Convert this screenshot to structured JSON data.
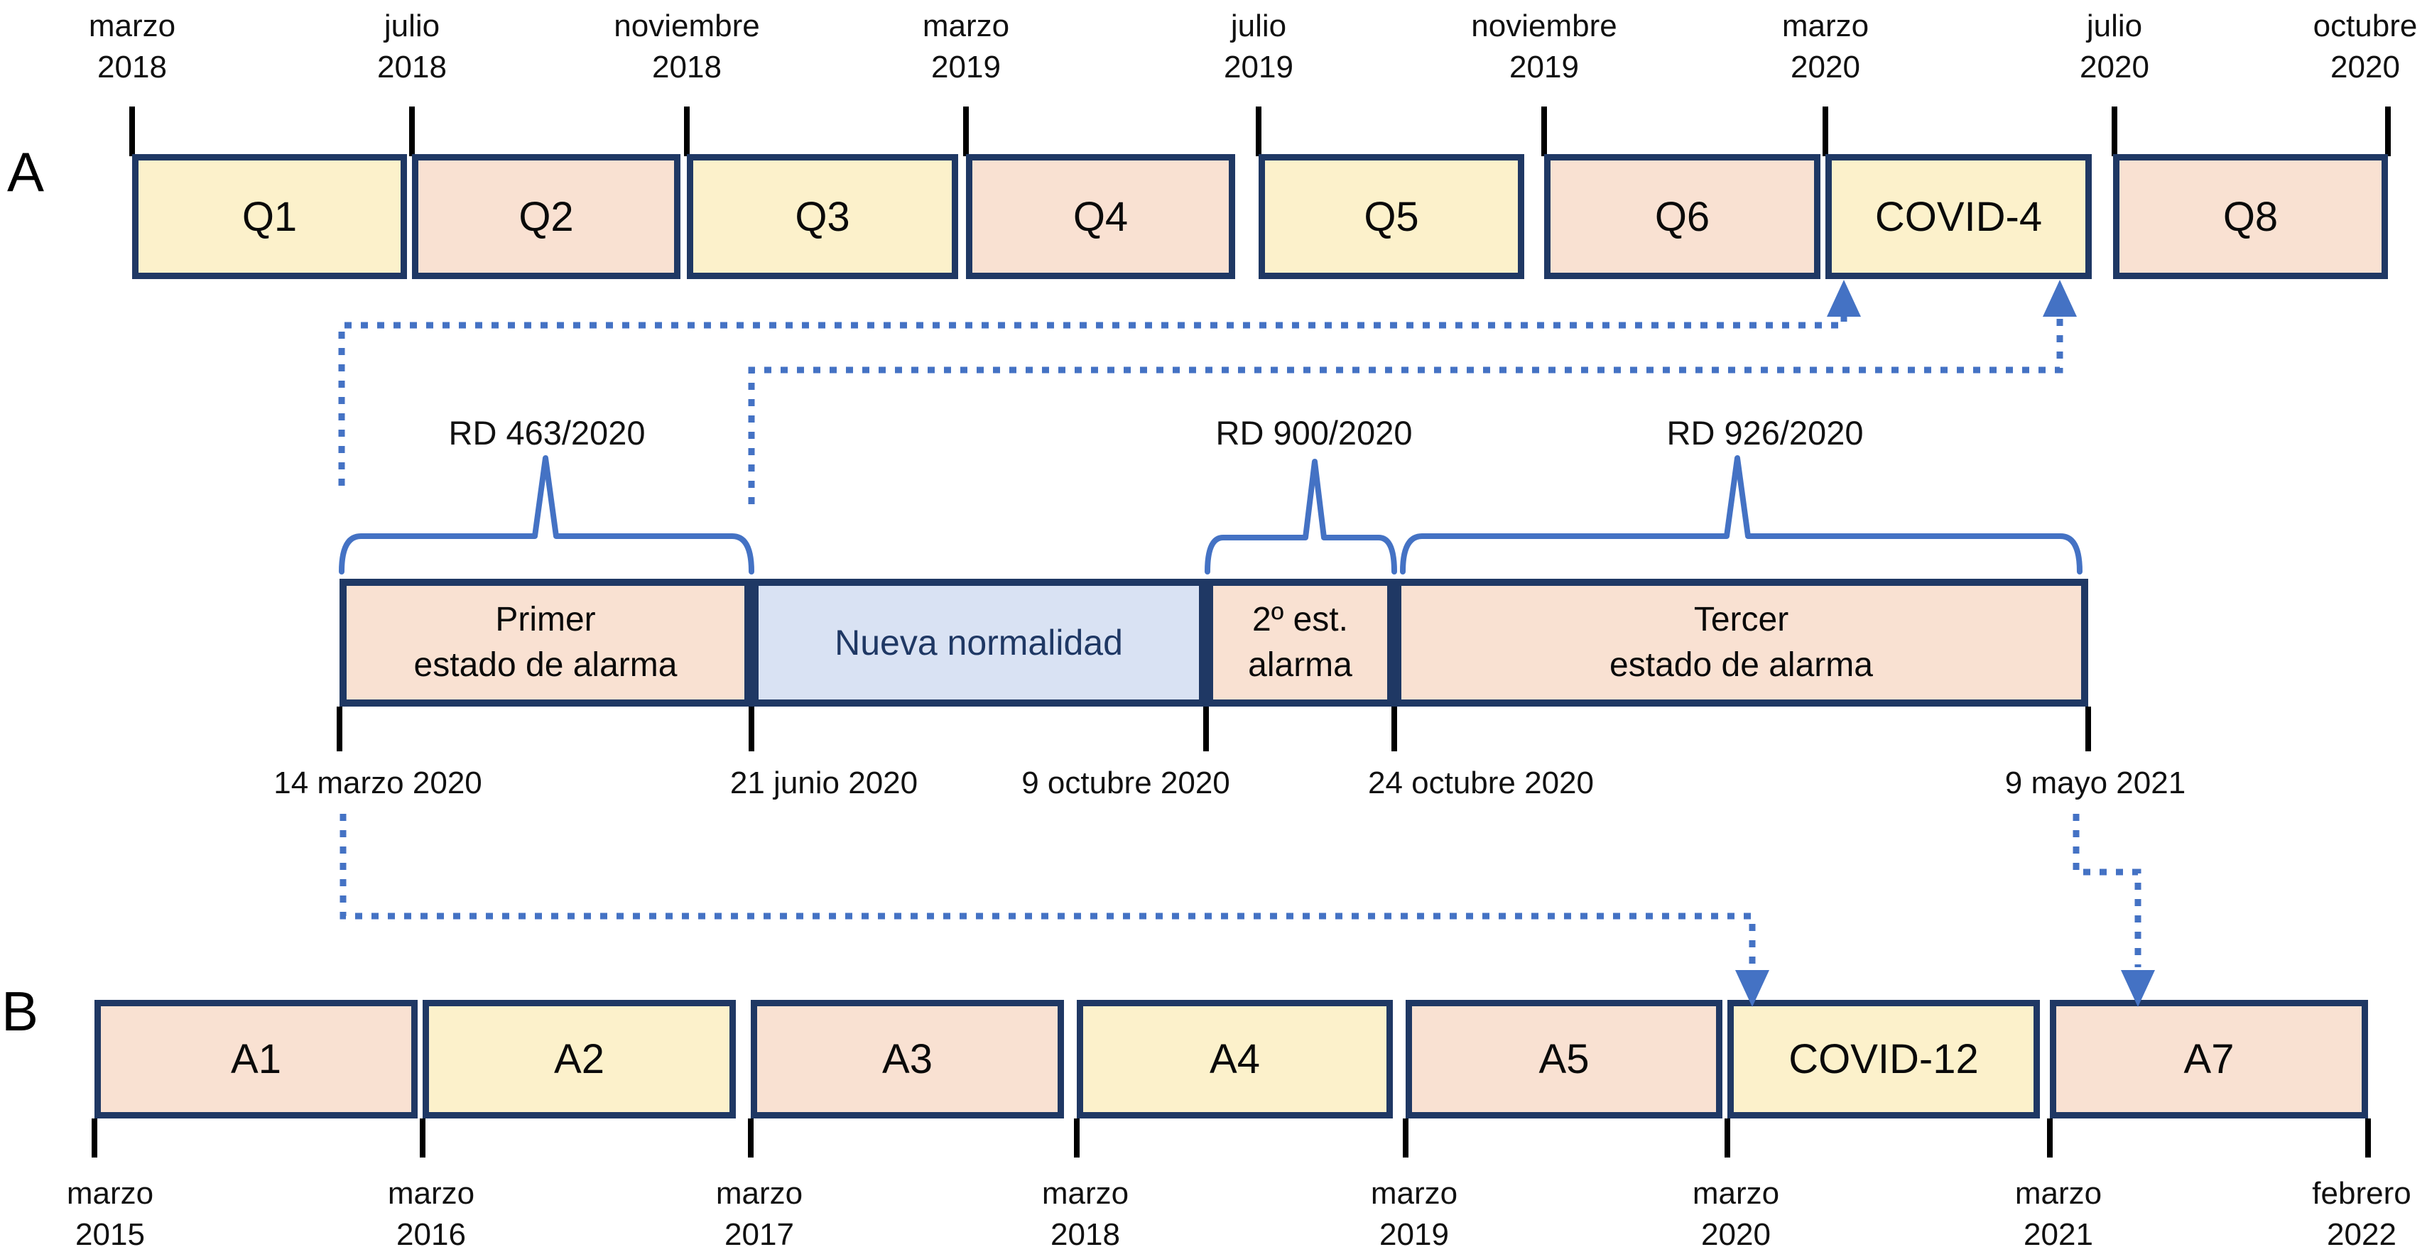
{
  "colors": {
    "wave_yellow": "#fcf1cb",
    "wave_pink": "#f9e1d2",
    "new_normal_blue": "#d9e2f3",
    "box_border_navy": "#1f3864",
    "connector_blue": "#4472c4"
  },
  "panel_a": {
    "label": "A",
    "axis": [
      {
        "month": "marzo",
        "year": "2018"
      },
      {
        "month": "julio",
        "year": "2018"
      },
      {
        "month": "noviembre",
        "year": "2018"
      },
      {
        "month": "marzo",
        "year": "2019"
      },
      {
        "month": "julio",
        "year": "2019"
      },
      {
        "month": "noviembre",
        "year": "2019"
      },
      {
        "month": "marzo",
        "year": "2020"
      },
      {
        "month": "julio",
        "year": "2020"
      },
      {
        "month": "octubre",
        "year": "2020"
      }
    ],
    "waves": [
      {
        "label": "Q1",
        "color": "yellow"
      },
      {
        "label": "Q2",
        "color": "pink"
      },
      {
        "label": "Q3",
        "color": "yellow"
      },
      {
        "label": "Q4",
        "color": "pink"
      },
      {
        "label": "Q5",
        "color": "yellow"
      },
      {
        "label": "Q6",
        "color": "pink"
      },
      {
        "label": "COVID-4",
        "color": "yellow"
      },
      {
        "label": "Q8",
        "color": "pink"
      }
    ]
  },
  "alarm_timeline": {
    "decrees": [
      {
        "label": "RD 463/2020"
      },
      {
        "label": "RD 900/2020"
      },
      {
        "label": "RD 926/2020"
      }
    ],
    "periods": [
      {
        "line1": "Primer",
        "line2": "estado de alarma",
        "color": "pink"
      },
      {
        "line1": "Nueva normalidad",
        "line2": "",
        "color": "blue"
      },
      {
        "line1": "2º est.",
        "line2": "alarma",
        "color": "pink"
      },
      {
        "line1": "Tercer",
        "line2": "estado de alarma",
        "color": "pink"
      }
    ],
    "dates": [
      {
        "label": "14 marzo 2020"
      },
      {
        "label": "21 junio 2020"
      },
      {
        "label": "9 octubre 2020"
      },
      {
        "label": "24 octubre 2020"
      },
      {
        "label": "9 mayo 2021"
      }
    ]
  },
  "panel_b": {
    "label": "B",
    "axis": [
      {
        "month": "marzo",
        "year": "2015"
      },
      {
        "month": "marzo",
        "year": "2016"
      },
      {
        "month": "marzo",
        "year": "2017"
      },
      {
        "month": "marzo",
        "year": "2018"
      },
      {
        "month": "marzo",
        "year": "2019"
      },
      {
        "month": "marzo",
        "year": "2020"
      },
      {
        "month": "marzo",
        "year": "2021"
      },
      {
        "month": "febrero",
        "year": "2022"
      }
    ],
    "waves": [
      {
        "label": "A1",
        "color": "pink"
      },
      {
        "label": "A2",
        "color": "yellow"
      },
      {
        "label": "A3",
        "color": "pink"
      },
      {
        "label": "A4",
        "color": "yellow"
      },
      {
        "label": "A5",
        "color": "pink"
      },
      {
        "label": "COVID-12",
        "color": "yellow"
      },
      {
        "label": "A7",
        "color": "pink"
      }
    ]
  }
}
